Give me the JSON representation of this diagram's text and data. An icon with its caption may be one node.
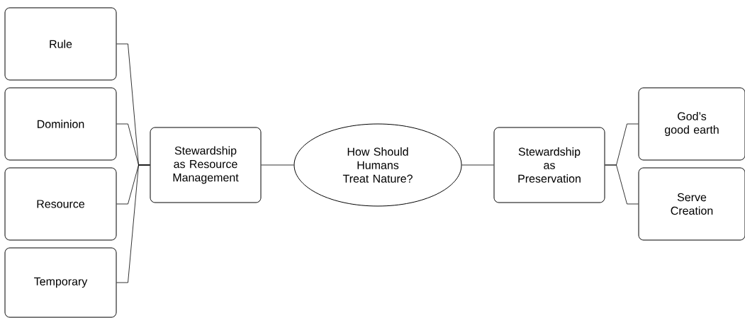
{
  "diagram": {
    "nodes": [
      {
        "text": [
          "How Should Humans Treat Nature?"
        ]
      },
      {
        "text": [
          "Stewardship as Resource Management"
        ]
      },
      {
        "text": [
          "Rule"
        ]
      },
      {
        "text": [
          "Dominion"
        ]
      },
      {
        "text": [
          "Resource"
        ]
      },
      {
        "text": [
          "Temporary"
        ]
      },
      {
        "text": [
          "Stewardship as Preservation"
        ]
      },
      {
        "text": [
          "God’s good earth"
        ]
      },
      {
        "text": [
          "Serve Creation"
        ]
      }
    ],
    "edges": [
      {
        "from": 0,
        "to": 1,
        "arrow": "none"
      },
      {
        "from": 1,
        "to": 2,
        "arrow": "none"
      },
      {
        "from": 1,
        "to": 3,
        "arrow": "none"
      },
      {
        "from": 1,
        "to": 4,
        "arrow": "none"
      },
      {
        "from": 1,
        "to": 5,
        "arrow": "none"
      },
      {
        "from": 0,
        "to": 6,
        "arrow": "none"
      },
      {
        "from": 6,
        "to": 7,
        "arrow": "none"
      },
      {
        "from": 6,
        "to": 8,
        "arrow": "none"
      }
    ]
  }
}
